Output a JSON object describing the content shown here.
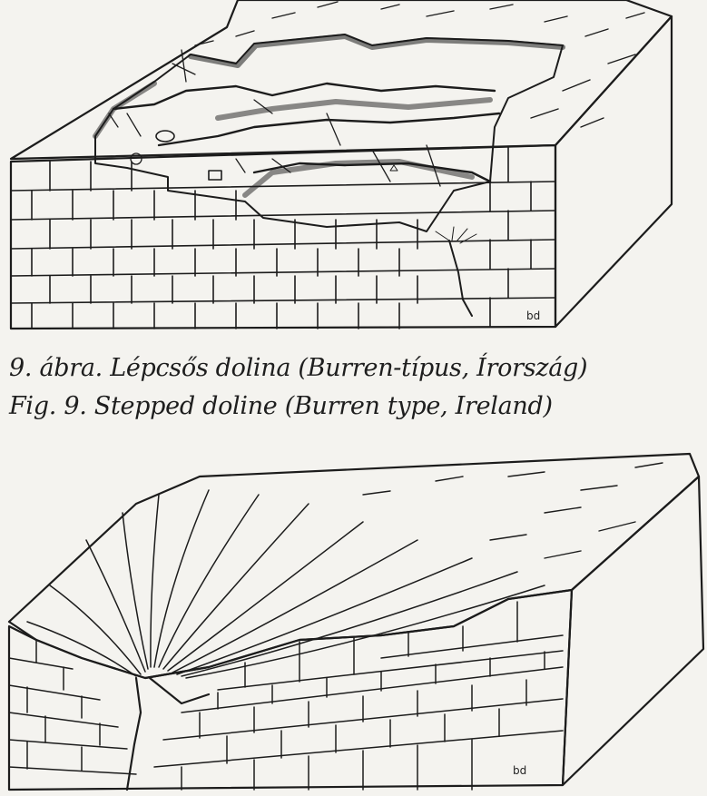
{
  "captions": {
    "hungarian": "9. ábra. Lépcsős dolina (Burren-típus, Írország)",
    "english": "Fig. 9. Stepped doline (Burren type, Ireland)"
  },
  "signatures": {
    "top": "bd",
    "bottom": "bd"
  }
}
